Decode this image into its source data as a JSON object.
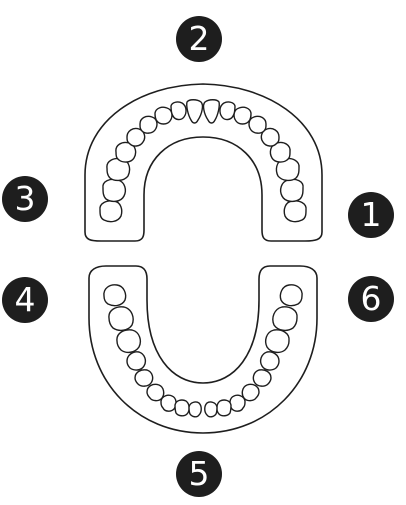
{
  "badges": {
    "one": "1",
    "two": "2",
    "three": "3",
    "four": "4",
    "five": "5",
    "six": "6"
  },
  "colors": {
    "ink": "#1e1e1e",
    "background": "#ffffff"
  }
}
